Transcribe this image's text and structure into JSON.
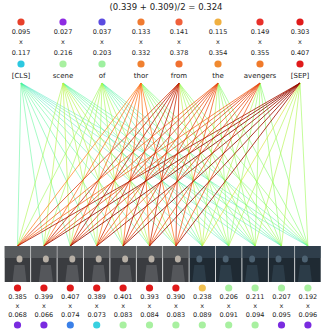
{
  "diagram": {
    "title": "(0.339 + 0.309)/2 = 0.324",
    "labels": [
      "0.095",
      "0.027",
      "0.037",
      "0.133",
      "0.141",
      "0.115",
      "0.149",
      "0.303",
      "x",
      "x",
      "x",
      "x",
      "x",
      "x",
      "x",
      "x",
      "0.117",
      "0.216",
      "0.203",
      "0.332",
      "0.378",
      "0.354",
      "0.355",
      "0.407",
      "[CLS]",
      "scene",
      "of",
      "thor",
      "from",
      "the",
      "avengers",
      "[SEP]",
      "0.385",
      "0.399",
      "0.407",
      "0.389",
      "0.401",
      "0.393",
      "0.390",
      "0.238",
      "0.206",
      "0.211",
      "0.207",
      "0.192",
      "x",
      "x",
      "x",
      "x",
      "x",
      "x",
      "x",
      "x",
      "x",
      "x",
      "x",
      "x",
      "0.068",
      "0.066",
      "0.074",
      "0.073",
      "0.083",
      "0.084",
      "0.083",
      "0.089",
      "0.091",
      "0.094",
      "0.095",
      "0.096"
    ]
  }
}
